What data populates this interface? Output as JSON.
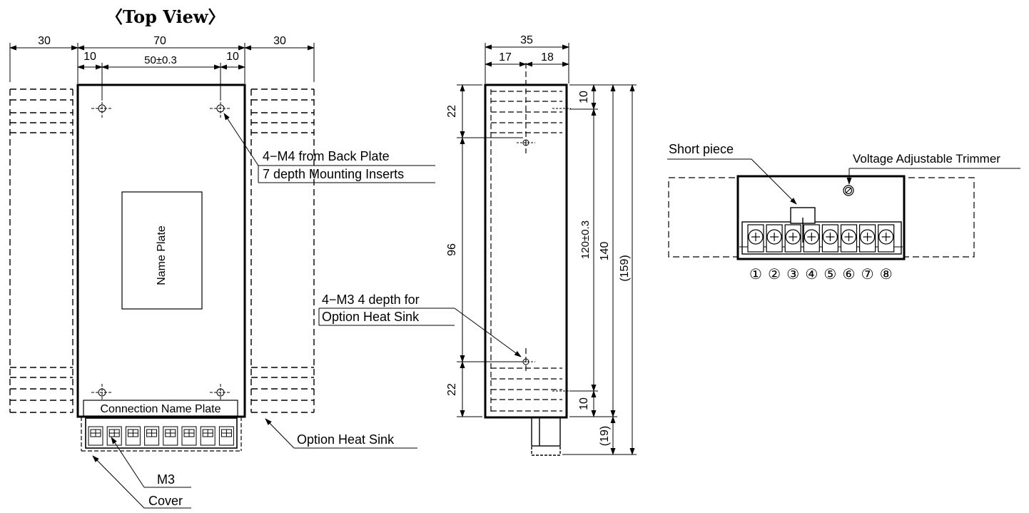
{
  "title": "〈Top View〉",
  "dims": {
    "top_left_30": "30",
    "top_70": "70",
    "top_right_30": "30",
    "top_10_left": "10",
    "top_50": "50±0.3",
    "top_10_right": "10",
    "side_35": "35",
    "side_17": "17",
    "side_18": "18",
    "side_22_top": "22",
    "side_96": "96",
    "side_22_bottom": "22",
    "side_10_top": "10",
    "side_120": "120±0.3",
    "side_140": "140",
    "side_159": "(159)",
    "side_10_bottom": "10",
    "side_19": "(19)"
  },
  "labels": {
    "name_plate": "Name Plate",
    "connection_name_plate": "Connection Name Plate",
    "m4_line1": "4−M4 from Back Plate",
    "m4_line2": "7 depth Mounting Inserts",
    "m3_line1": "4−M3 4 depth for",
    "m3_line2": "Option Heat Sink",
    "option_heat_sink": "Option Heat Sink",
    "m3": "M3",
    "cover": "Cover",
    "short_piece": "Short piece",
    "voltage_trimmer": "Voltage Adjustable Trimmer"
  },
  "terminal_numbers": [
    "①",
    "②",
    "③",
    "④",
    "⑤",
    "⑥",
    "⑦",
    "⑧"
  ]
}
